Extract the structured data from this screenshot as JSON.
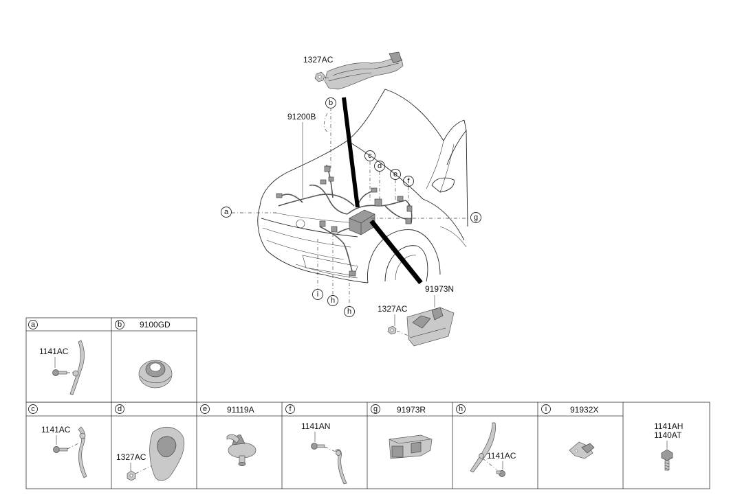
{
  "callouts": {
    "top_clip": "1327AC",
    "harness": "91200B",
    "module_nut": "1327AC",
    "module": "91973N"
  },
  "letters": {
    "a": "a",
    "b": "b",
    "c": "c",
    "d": "d",
    "e": "e",
    "f": "f",
    "g": "g",
    "h": "h",
    "i": "i"
  },
  "table": {
    "row1": [
      {
        "letter": "a",
        "title": "",
        "parts": [
          "1141AC"
        ]
      },
      {
        "letter": "b",
        "title": "9100GD",
        "parts": []
      }
    ],
    "row2": [
      {
        "letter": "c",
        "title": "",
        "parts": [
          "1141AC"
        ]
      },
      {
        "letter": "d",
        "title": "",
        "parts": [
          "1327AC"
        ]
      },
      {
        "letter": "e",
        "title": "91119A",
        "parts": []
      },
      {
        "letter": "f",
        "title": "",
        "parts": [
          "1141AN"
        ]
      },
      {
        "letter": "g",
        "title": "91973R",
        "parts": []
      },
      {
        "letter": "h",
        "title": "",
        "parts": [
          "1141AC"
        ]
      },
      {
        "letter": "i",
        "title": "91932X",
        "parts": []
      },
      {
        "letter": "",
        "title": "",
        "parts": [
          "1141AH",
          "1140AT"
        ]
      }
    ]
  },
  "icons": {
    "grommet": "grommet-icon",
    "bolt": "bolt-icon",
    "nut": "nut-icon",
    "connector": "connector-icon",
    "bracket": "bracket-icon"
  }
}
